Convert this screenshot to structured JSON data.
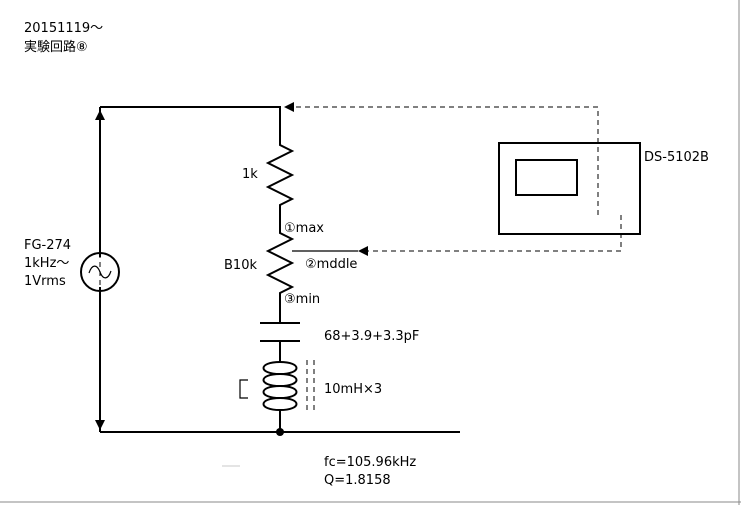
{
  "header": {
    "date": "20151119～",
    "title": "実験回路⑧"
  },
  "generator": {
    "model": "FG-274",
    "freq": "1kHz～",
    "amplitude": "1Vrms",
    "symbol": "~"
  },
  "resistor_fixed": {
    "value": "1k"
  },
  "potentiometer": {
    "value": "B10k",
    "pin1": "①max",
    "pin2": "②mddle",
    "pin3": "③min"
  },
  "capacitor": {
    "value": "68+3.9+3.3pF"
  },
  "inductor": {
    "value": "10mH×3"
  },
  "oscilloscope": {
    "model": "DS-5102B"
  },
  "results": {
    "fc": "fc=105.96kHz",
    "q": "Q=1.8158"
  }
}
